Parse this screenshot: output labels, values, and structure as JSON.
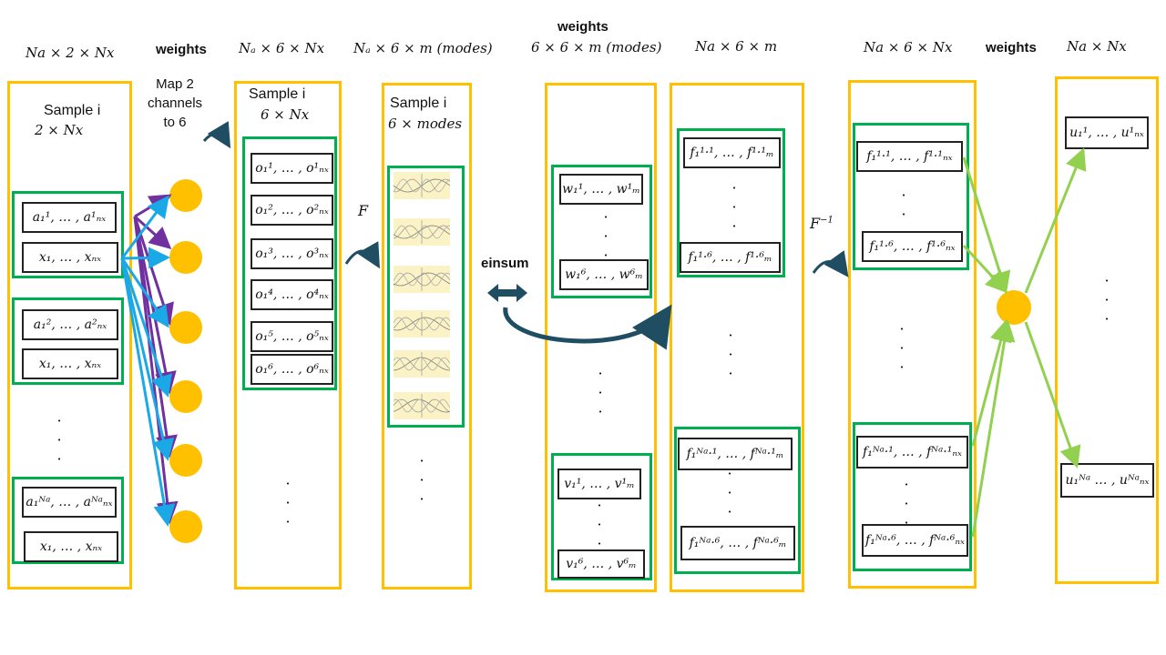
{
  "headers": {
    "col1": "Na × 2 × Nx",
    "weights1": "weights",
    "col3": "Nₐ × 6 × Nx",
    "col4": "Nₐ × 6 × m (modes)",
    "weights2_title": "weights",
    "weights2_dims": "6 × 6 × m (modes)",
    "col6": "Na × 6 × m",
    "col7": "Na × 6 × Nx",
    "weights3": "weights",
    "col9": "Na × Nx"
  },
  "col1": {
    "title": "Sample i",
    "dims": "2 × Nx",
    "groups": [
      {
        "a": "a₁¹, … , a¹ₙₓ",
        "x": "x₁, … , xₙₓ"
      },
      {
        "a": "a₁², … , a²ₙₓ",
        "x": "x₁, … , xₙₓ"
      },
      {
        "a": "a₁ᴺᵃ, … , aᴺᵃₙₓ",
        "x": "x₁, … , xₙₓ"
      }
    ],
    "dots": "·\n·\n·"
  },
  "col2": {
    "label": "Map 2\nchannels\nto 6"
  },
  "col3": {
    "title": "Sample i",
    "dims": "6 × Nx",
    "cells": [
      "o₁¹, … , o¹ₙₓ",
      "o₁², … , o²ₙₓ",
      "o₁³, … , o³ₙₓ",
      "o₁⁴, … , o⁴ₙₓ",
      "o₁⁵, … , o⁵ₙₓ",
      "o₁⁶, … , o⁶ₙₓ"
    ],
    "dots": "·\n·\n·"
  },
  "col4": {
    "title": "Sample i",
    "dims": "6 × modes",
    "dots": "·\n·\n·"
  },
  "ops": {
    "fourier": "F",
    "einsum": "einsum",
    "inverse": "F⁻¹"
  },
  "col5": {
    "w_first": "w₁¹, … , w¹ₘ",
    "w_last": "w₁⁶, … , w⁶ₘ",
    "v_first": "v₁¹, … , v¹ₘ",
    "v_last": "v₁⁶, … , v⁶ₘ",
    "dots": "·\n·\n·"
  },
  "col6": {
    "f_first": "f₁¹·¹, … , f¹·¹ₘ",
    "f_six": "f₁¹·⁶, … , f¹·⁶ₘ",
    "f_na1": "f₁ᴺᵃ·¹, … , fᴺᵃ·¹ₘ",
    "f_na6": "f₁ᴺᵃ·⁶, … , fᴺᵃ·⁶ₘ",
    "dots": "·\n·\n·"
  },
  "col7": {
    "f_first": "f₁¹·¹, … , f¹·¹ₙₓ",
    "f_six": "f₁¹·⁶, … , f¹·⁶ₙₓ",
    "f_na1": "f₁ᴺᵃ·¹, … , fᴺᵃ·¹ₙₓ",
    "f_na6": "f₁ᴺᵃ·⁶, … , fᴺᵃ·⁶ₙₓ",
    "dots": "·\n·\n·"
  },
  "col9": {
    "u_first": "u₁¹, … , u¹ₙₓ",
    "u_last": "u₁ᴺᵃ    … , uᴺᵃₙₓ",
    "dots": "·\n·\n·"
  },
  "colors": {
    "container": "#FFC000",
    "group": "#00B050",
    "node": "#FFC000",
    "arrow_cyan": "#1AA9E6",
    "arrow_purple": "#7030A0",
    "arrow_green": "#92D050",
    "curve": "#1F4E63"
  }
}
